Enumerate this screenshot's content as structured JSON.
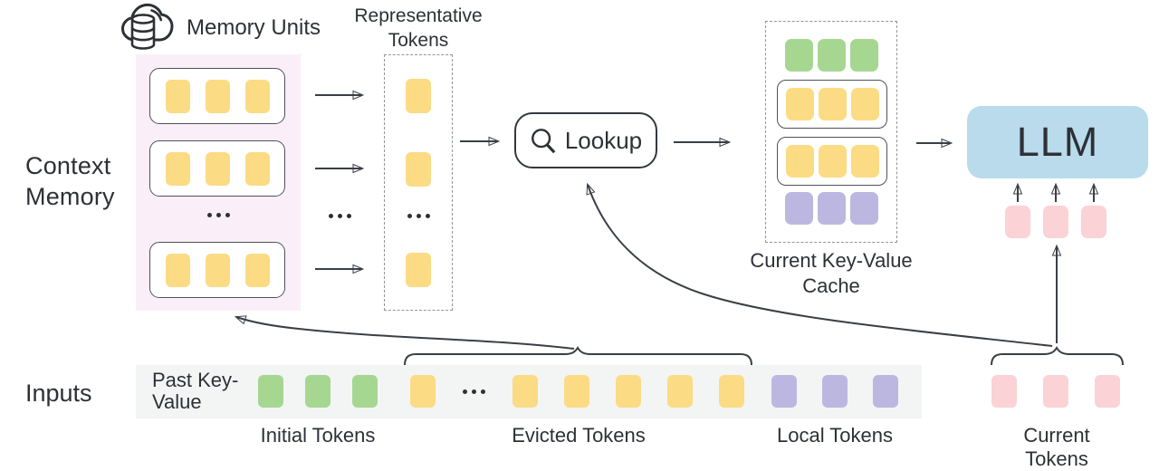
{
  "colors": {
    "token-yellow": "#FBDB84",
    "token-green": "#A5D791",
    "token-purple": "#BCB7E1",
    "token-pink": "#FBD2D6",
    "llm-blue": "#B9DBEC",
    "memory-bg": "#FAEFF8",
    "strip-bg": "#F3F4F4",
    "ink": "#2D3136",
    "line": "#3A3F46"
  },
  "context_memory": {
    "section_label": "Context Memory",
    "memory_units_label": "Memory Units",
    "row_count": 3,
    "row_token_count": 3,
    "token_color": "yellow",
    "ellipsis": "..."
  },
  "representative": {
    "label": "Representative Tokens",
    "slot_token_count": 1,
    "token_color": "yellow",
    "ellipsis": "..."
  },
  "lookup": {
    "label": "Lookup"
  },
  "kv_cache": {
    "label": "Current Key-Value Cache",
    "rows": [
      {
        "color": "green",
        "count": 3,
        "boxed": false
      },
      {
        "color": "yellow",
        "count": 3,
        "boxed": true
      },
      {
        "color": "yellow",
        "count": 3,
        "boxed": true
      },
      {
        "color": "purple",
        "count": 3,
        "boxed": false
      }
    ]
  },
  "llm": {
    "label": "LLM",
    "input_token_count": 3,
    "input_token_color": "pink"
  },
  "inputs": {
    "section_label": "Inputs",
    "past_kv_label": "Past Key-Value",
    "groups": [
      {
        "label": "Initial Tokens",
        "color": "green",
        "count": 3
      },
      {
        "label": "Evicted Tokens",
        "color": "yellow",
        "count_before_ellipsis": 1,
        "count_after_ellipsis": 5,
        "ellipsis": "..."
      },
      {
        "label": "Local Tokens",
        "color": "purple",
        "count": 3
      },
      {
        "label": "Current Tokens",
        "color": "pink",
        "count": 3
      }
    ]
  }
}
